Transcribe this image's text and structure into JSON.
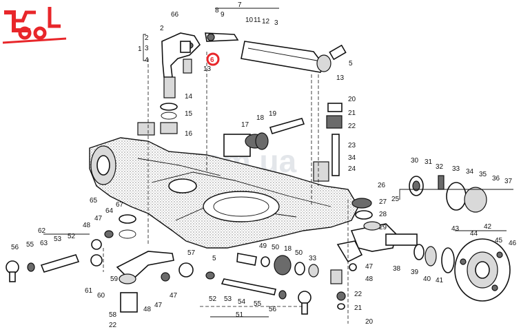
{
  "logo": {
    "color": "#e8262a"
  },
  "watermark": {
    "text": "nfz.com.ua",
    "color": "#9aa6b4"
  },
  "highlight": {
    "label": "6",
    "color": "#e8262a"
  },
  "labels": {
    "l1": "1",
    "l2": "2",
    "l3": "3",
    "l4": "4",
    "l5": "5",
    "l7": "7",
    "l8": "8",
    "l9": "9",
    "l10": "10",
    "l11": "11",
    "l12": "12",
    "l13a": "13",
    "l13b": "13",
    "l14": "14",
    "l15": "15",
    "l16": "16",
    "l17": "17",
    "l18": "18",
    "l19": "19",
    "l20a": "20",
    "l20b": "20",
    "l21a": "21",
    "l21b": "21",
    "l22a": "22",
    "l22b": "22",
    "l22c": "22",
    "l23": "23",
    "l24": "24",
    "l25": "25",
    "l26": "26",
    "l27": "27",
    "l28": "28",
    "l29": "29",
    "l30": "30",
    "l31": "31",
    "l32": "32",
    "l33a": "33",
    "l33b": "33",
    "l34": "34",
    "l35": "35",
    "l36": "36",
    "l37": "37",
    "l38": "38",
    "l39": "39",
    "l40": "40",
    "l41": "41",
    "l42": "42",
    "l43": "43",
    "l44": "44",
    "l45": "45",
    "l46": "46",
    "l47a": "47",
    "l47b": "47",
    "l47c": "47",
    "l47d": "47",
    "l48a": "48",
    "l48b": "48",
    "l48c": "48",
    "l49": "49",
    "l50a": "50",
    "l50b": "50",
    "l51": "51",
    "l52a": "52",
    "l52b": "52",
    "l53a": "53",
    "l53b": "53",
    "l54": "54",
    "l55a": "55",
    "l55b": "55",
    "l56a": "56",
    "l56b": "56",
    "l57": "57",
    "l58": "58",
    "l59": "59",
    "l60": "60",
    "l61": "61",
    "l62": "62",
    "l63": "63",
    "l64": "64",
    "l65": "65",
    "l66": "66",
    "l67": "67",
    "l5b": "5"
  }
}
